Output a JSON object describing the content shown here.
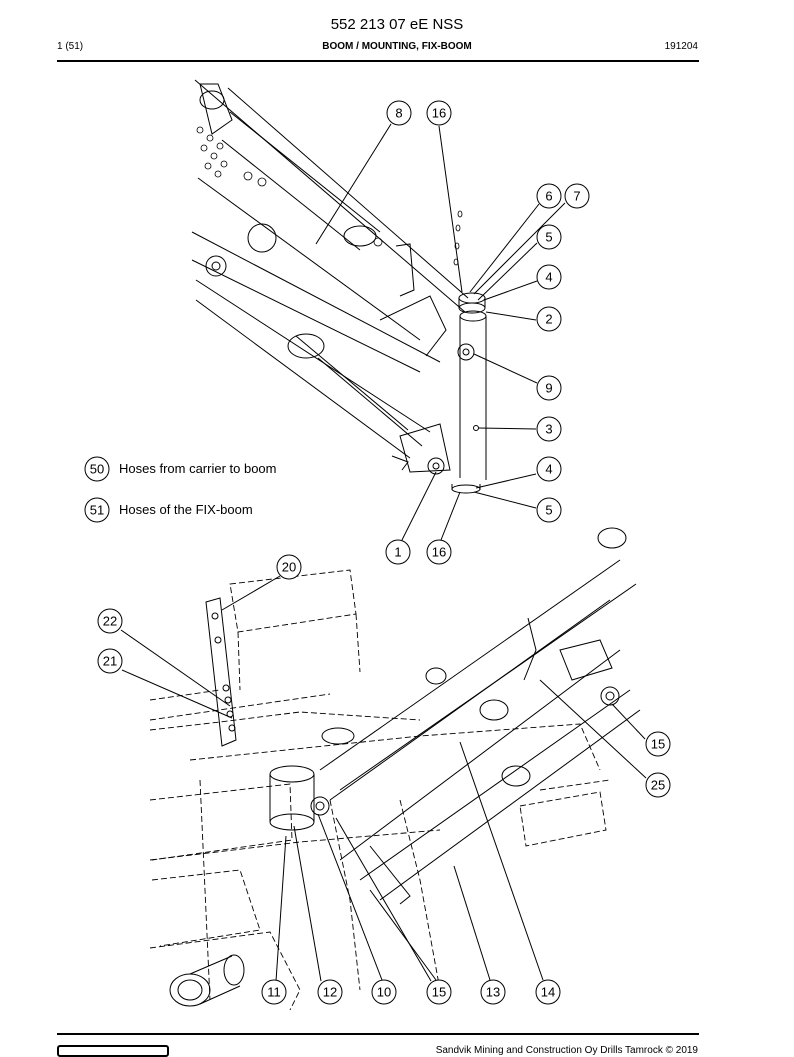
{
  "header": {
    "doc_number": "552 213 07 eE NSS",
    "page": "1 (51)",
    "section": "BOOM / MOUNTING, FIX-BOOM",
    "code": "191204"
  },
  "legend": [
    {
      "number": "50",
      "text": "Hoses from carrier to boom"
    },
    {
      "number": "51",
      "text": "Hoses of the FIX-boom"
    }
  ],
  "callouts_top": [
    "8",
    "16",
    "6",
    "7",
    "5",
    "4",
    "2",
    "9",
    "3",
    "4",
    "5",
    "1",
    "16"
  ],
  "callouts_bottom": [
    "20",
    "22",
    "21",
    "15",
    "25",
    "11",
    "12",
    "10",
    "15",
    "13",
    "14"
  ],
  "footer": {
    "copyright": "Sandvik Mining and Construction Oy Drills Tamrock © 2019"
  }
}
